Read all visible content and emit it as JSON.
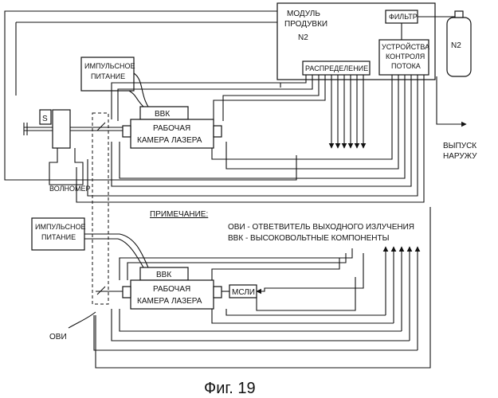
{
  "diagram": {
    "purge_module": {
      "line1": "МОДУЛЬ",
      "line2": "ПРОДУВКИ",
      "line3": "N2"
    },
    "filter": "ФИЛЬТР",
    "n2_tank": "N2",
    "flow_control": {
      "line1": "УСТРОЙСТВА",
      "line2": "КОНТРОЛЯ",
      "line3": "ПОТОКА"
    },
    "distribution": "РАСПРЕДЕЛЕНИЕ",
    "exhaust": {
      "line1": "ВЫПУСК",
      "line2": "НАРУЖУ"
    },
    "pulse_power_top": {
      "line1": "ИМПУЛЬСНОЕ",
      "line2": "ПИТАНИЕ"
    },
    "pulse_power_bottom": {
      "line1": "ИМПУЛЬСНОЕ",
      "line2": "ПИТАНИЕ"
    },
    "hv_top": "ВВК",
    "hv_bottom": "ВВК",
    "chamber_top": {
      "line1": "РАБОЧАЯ",
      "line2": "КАМЕРА ЛАЗЕРА"
    },
    "chamber_bottom": {
      "line1": "РАБОЧАЯ",
      "line2": "КАМЕРА ЛАЗЕРА"
    },
    "shutter": "S",
    "wavemeter": "ВОЛНОМЕР",
    "mcli": "МСЛИ",
    "ovi": "ОВИ",
    "note_title": "ПРИМЕЧАНИЕ:",
    "note_line1": "ОВИ - ОТВЕТВИТЕЛЬ ВЫХОДНОГО ИЗЛУЧЕНИЯ",
    "note_line2": "ВВК -  ВЫСОКОВОЛЬТНЫЕ КОМПОНЕНТЫ"
  },
  "caption": "Фиг. 19"
}
